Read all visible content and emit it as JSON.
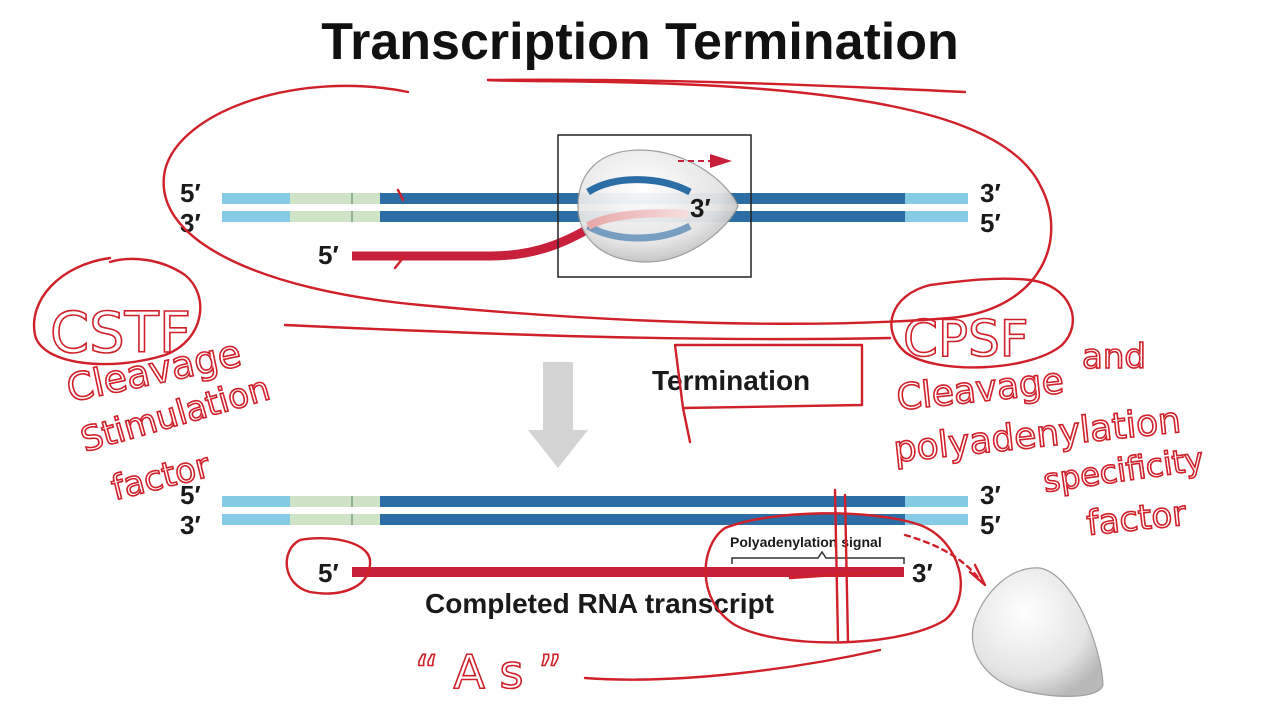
{
  "title": "Transcription Termination",
  "top_strand_labels": {
    "left_top": "5′",
    "left_bottom": "3′",
    "right_top": "3′",
    "right_bottom": "5′"
  },
  "top_rna": {
    "five_prime": "5′",
    "three_prime": "3′"
  },
  "step_label": "Termination",
  "bottom_strand_labels": {
    "left_top": "5′",
    "left_bottom": "3′",
    "right_top": "3′",
    "right_bottom": "5′"
  },
  "bottom_rna": {
    "five_prime": "5′",
    "three_prime": "3′"
  },
  "polyadenylation_label": "Polyadenylation signal",
  "completed_label": "Completed RNA transcript",
  "annotations": {
    "cstf": "CSTF",
    "cstf_line1": "Cleavage",
    "cstf_line2": "Stimulation",
    "cstf_line3": "factor",
    "cpsf": "CPSF",
    "cpsf_line1": "Cleavage",
    "cpsf_and": "and",
    "cpsf_line2": "polyadenylation",
    "cpsf_line3": "specificity",
    "cpsf_line4": "factor",
    "as_note": "“ A s ”"
  },
  "colors": {
    "dna_dark": "#2d6da6",
    "dna_light": "#86cbe6",
    "dna_pale_green": "#cfe3c6",
    "rna_red": "#c8203a",
    "ink_red": "#d0202a",
    "arrow_gray": "#d4d4d4"
  }
}
